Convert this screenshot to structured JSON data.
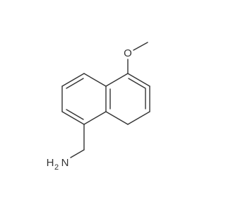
{
  "molecule": {
    "atoms": {
      "oxygen": "O",
      "nitrogen": "N",
      "nitrogen_hydrogen": "H",
      "hydrogen_count": "2"
    }
  },
  "colors": {
    "bond": "#333333",
    "text": "#333333",
    "background": "#ffffff"
  }
}
